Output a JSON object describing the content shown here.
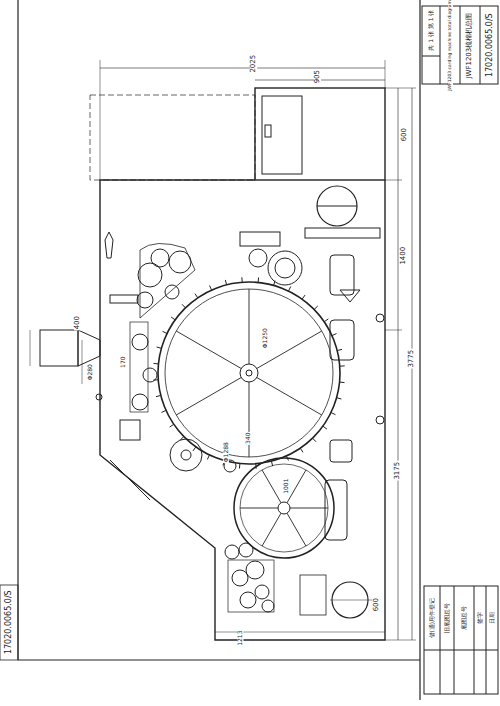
{
  "diagram": {
    "labels": [
      "共 1 张 第 1 张",
      "JWF1203梳棉机总图",
      "JWF1203 carding machine total diagram",
      "17020.0065.0/S",
      "2025",
      "905",
      "600",
      "1400",
      "3775",
      "3175",
      "400",
      "Φ280",
      "170",
      "Φ1250",
      "Φ1288",
      "340",
      "1001",
      "600",
      "1213",
      "17020.0065.0/S",
      "借(通)用件登记",
      "旧底图总号",
      "底图总号",
      "签字",
      "日期"
    ]
  }
}
